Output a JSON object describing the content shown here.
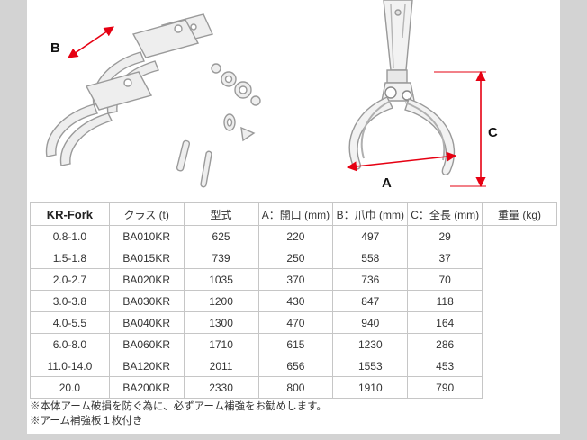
{
  "product": "KR-Fork",
  "diagram": {
    "label_a": "A",
    "label_b": "B",
    "label_c": "C",
    "arrow_color": "#e60012"
  },
  "table": {
    "row_header": "KR-Fork",
    "columns": [
      "クラス (t)",
      "型式",
      "A：開口 (mm)",
      "B：爪巾 (mm)",
      "C：全長 (mm)",
      "重量 (kg)"
    ],
    "rows": [
      [
        "0.8-1.0",
        "BA010KR",
        "625",
        "220",
        "497",
        "29"
      ],
      [
        "1.5-1.8",
        "BA015KR",
        "739",
        "250",
        "558",
        "37"
      ],
      [
        "2.0-2.7",
        "BA020KR",
        "1035",
        "370",
        "736",
        "70"
      ],
      [
        "3.0-3.8",
        "BA030KR",
        "1200",
        "430",
        "847",
        "118"
      ],
      [
        "4.0-5.5",
        "BA040KR",
        "1300",
        "470",
        "940",
        "164"
      ],
      [
        "6.0-8.0",
        "BA060KR",
        "1710",
        "615",
        "1230",
        "286"
      ],
      [
        "11.0-14.0",
        "BA120KR",
        "2011",
        "656",
        "1553",
        "453"
      ],
      [
        "20.0",
        "BA200KR",
        "2330",
        "800",
        "1910",
        "790"
      ]
    ]
  },
  "notes": [
    "※本体アーム破損を防ぐ為に、必ずアーム補強をお勧めします。",
    "※アーム補強板１枚付き"
  ]
}
